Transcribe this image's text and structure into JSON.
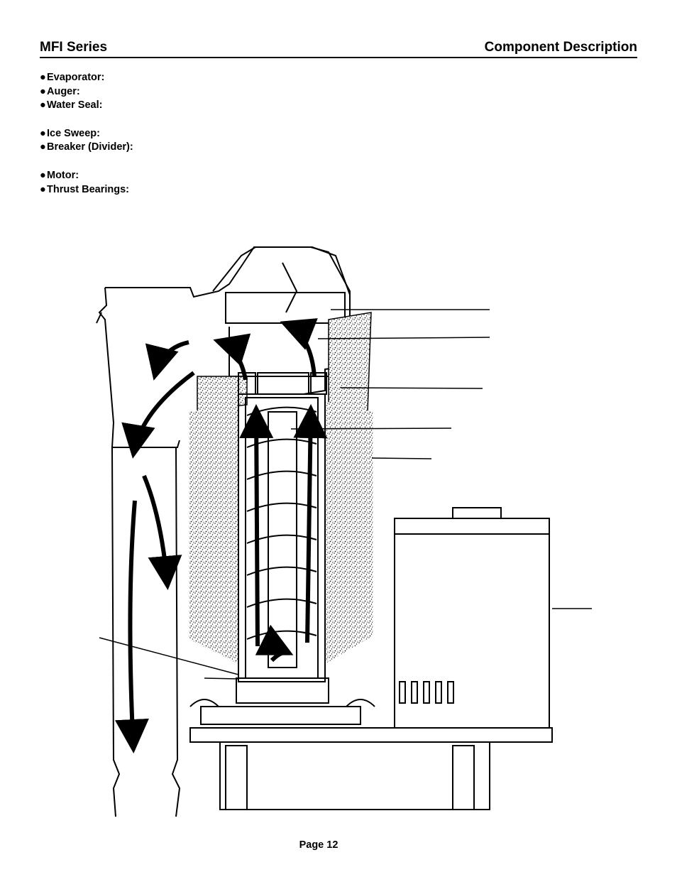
{
  "header": {
    "series": "MFI Series",
    "section": "Component Description"
  },
  "components": [
    {
      "bullet": "●",
      "label": "Evaporator:"
    },
    {
      "bullet": "●",
      "label": "Auger:"
    },
    {
      "bullet": "●",
      "label": "Water Seal:"
    },
    {
      "bullet": "●",
      "label": "Ice Sweep:"
    },
    {
      "bullet": "●",
      "label": "Breaker (Divider):"
    },
    {
      "bullet": "●",
      "label": "Motor:"
    },
    {
      "bullet": "●",
      "label": "Thrust Bearings:"
    }
  ],
  "figure": {
    "icon": "cutaway-diagram-icon",
    "stroke_color": "#000000",
    "speckle_color": "#1a1a1a"
  },
  "footer": {
    "page_label": "Page 12"
  }
}
